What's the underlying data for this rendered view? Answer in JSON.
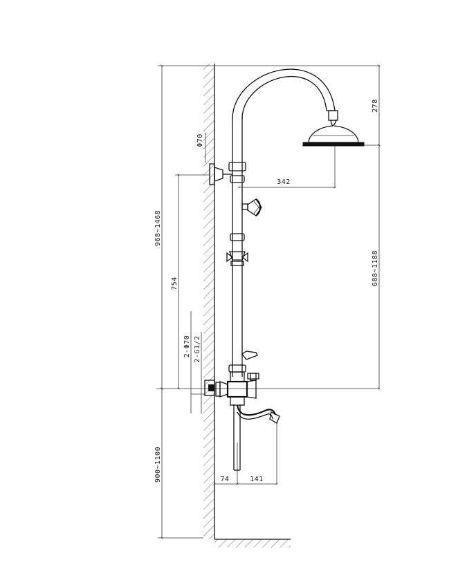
{
  "dimensions": {
    "total_height": "968~1468",
    "wall_flange_dia": "Φ70",
    "shower_arm_reach": "342",
    "head_height": "278",
    "bracket_height": "754",
    "head_to_valve": "688~1188",
    "inlet_flange": "2-Φ70",
    "inlet_thread": "2-G1/2",
    "valve_height": "900~1100",
    "pipe_offset": "74",
    "spout_reach": "141"
  }
}
